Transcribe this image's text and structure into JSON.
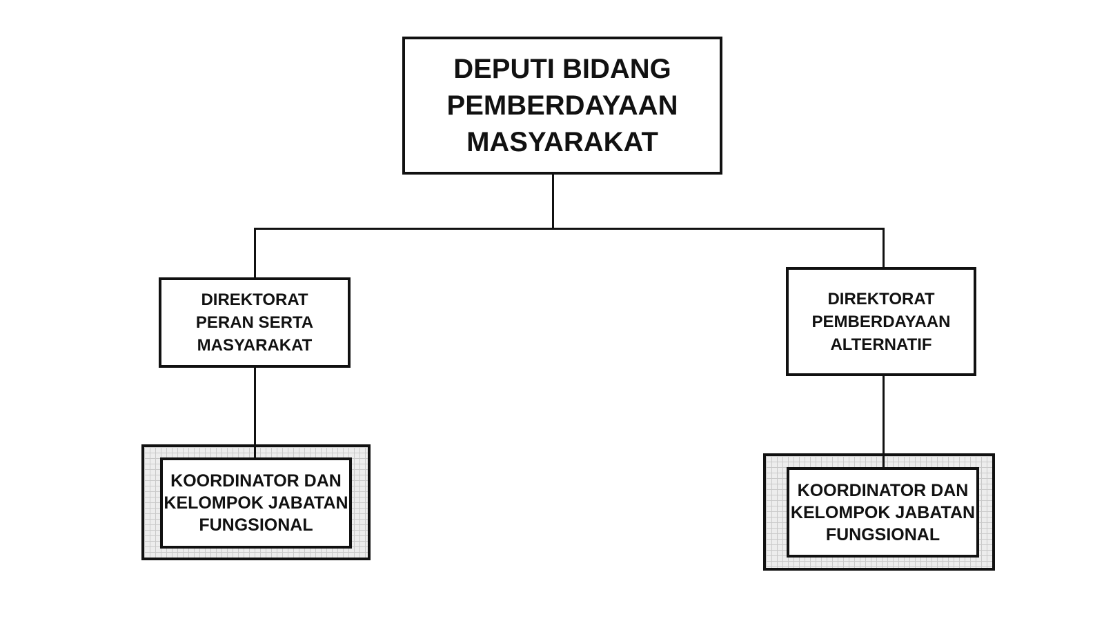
{
  "diagram": {
    "type": "org-chart",
    "title": "Struktur organisasi Deputi Bidang Pemberdayaan Masyarakat",
    "colors": {
      "background": "#ffffff",
      "box_border": "#111111",
      "text": "#111111",
      "connector": "#111111",
      "hatch_background": "#ededed",
      "hatch_grid_line": "#c9c9c9"
    },
    "nodes": {
      "root": {
        "label": "DEPUTI BIDANG PEMBERDAYAAN MASYARAKAT",
        "lines": [
          "DEPUTI BIDANG",
          "PEMBERDAYAAN",
          "MASYARAKAT"
        ]
      },
      "dir_left": {
        "label": "DIREKTORAT PERAN SERTA MASYARAKAT",
        "lines": [
          "DIREKTORAT",
          "PERAN SERTA",
          "MASYARAKAT"
        ]
      },
      "dir_right": {
        "label": "DIREKTORAT PEMBERDAYAAN ALTERNATIF",
        "lines": [
          "DIREKTORAT",
          "PEMBERDAYAAN",
          "ALTERNATIF"
        ]
      },
      "koord_left": {
        "label": "KOORDINATOR DAN KELOMPOK JABATAN FUNGSIONAL",
        "lines": [
          "KOORDINATOR DAN",
          "KELOMPOK JABATAN",
          "FUNGSIONAL"
        ]
      },
      "koord_right": {
        "label": "KOORDINATOR DAN KELOMPOK JABATAN FUNGSIONAL",
        "lines": [
          "KOORDINATOR DAN",
          "KELOMPOK JABATAN",
          "FUNGSIONAL"
        ]
      }
    },
    "edges": [
      {
        "from": "root",
        "to": "dir_left"
      },
      {
        "from": "root",
        "to": "dir_right"
      },
      {
        "from": "dir_left",
        "to": "koord_left"
      },
      {
        "from": "dir_right",
        "to": "koord_right"
      }
    ]
  }
}
